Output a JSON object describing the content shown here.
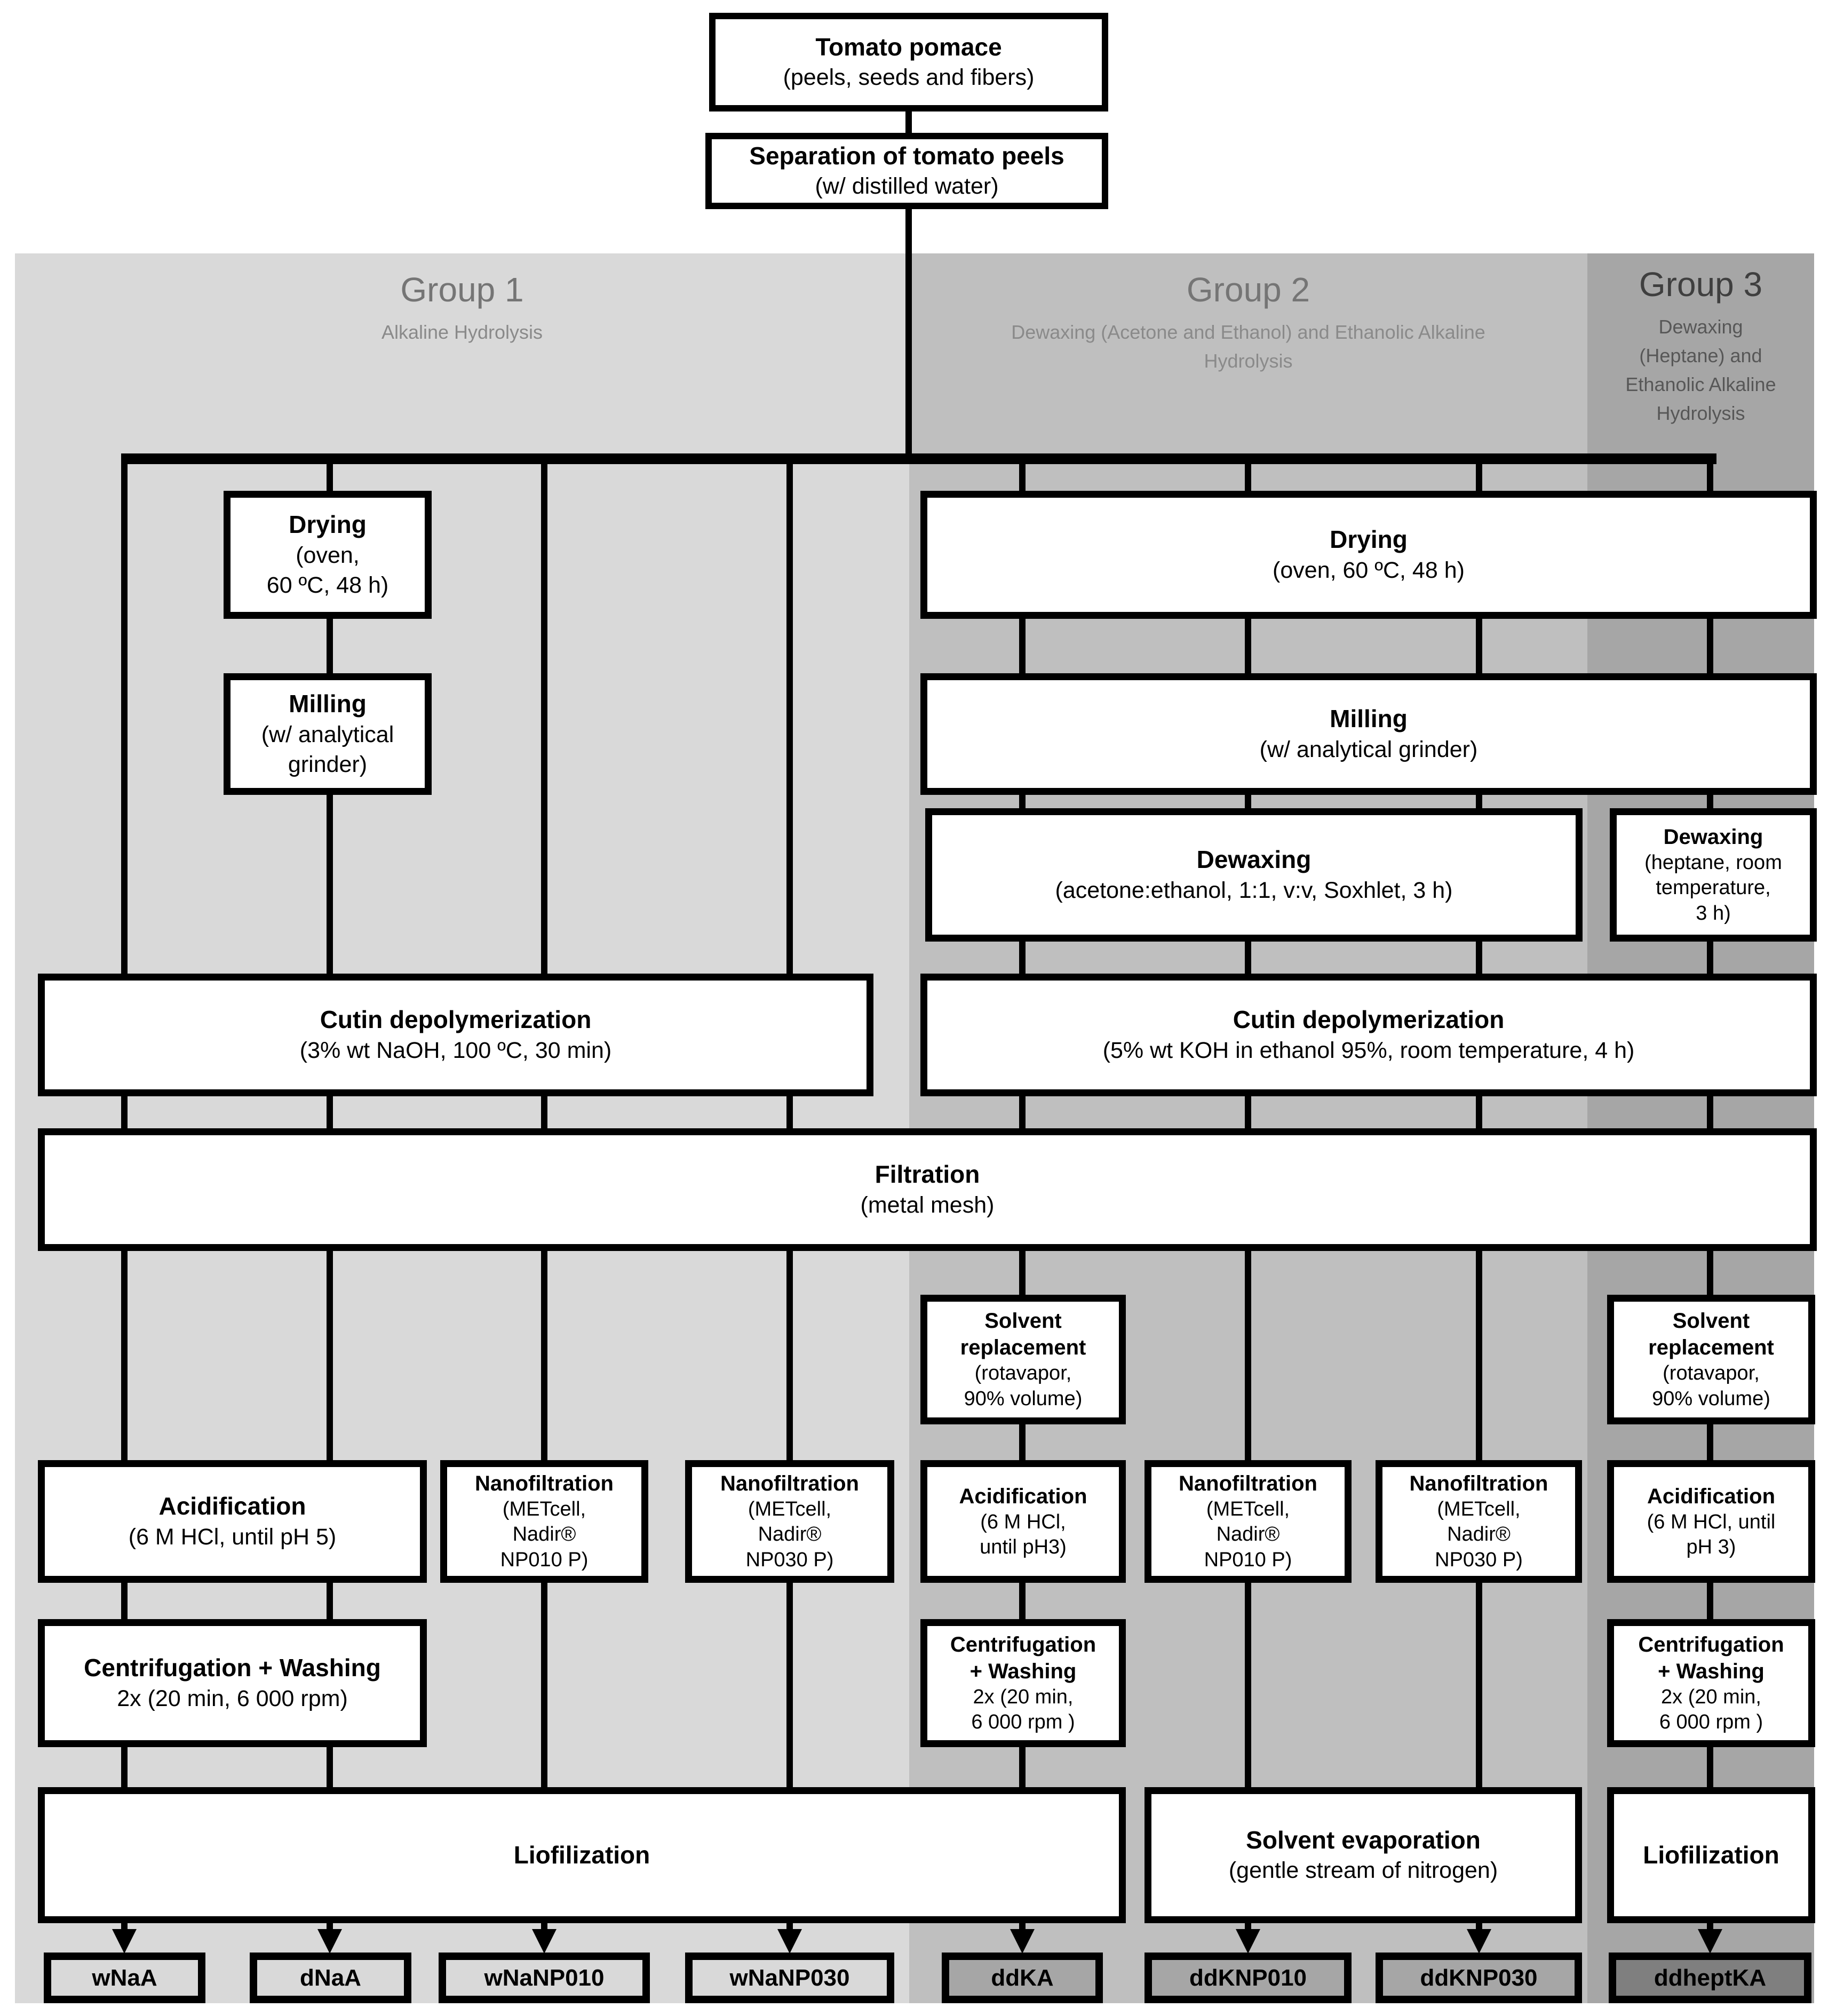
{
  "figure": {
    "source": {
      "title": "Tomato pomace",
      "sub": "(peels, seeds and fibers)"
    },
    "separation": {
      "title": "Separation of tomato peels",
      "sub": "(w/ distilled water)"
    }
  },
  "groups": [
    {
      "title": "Group 1",
      "subtitle": "Alkaline Hydrolysis"
    },
    {
      "title": "Group 2",
      "subtitle": "Dewaxing (Acetone and Ethanol) and Ethanolic Alkaline\nHydrolysis"
    },
    {
      "title": "Group 3",
      "subtitle": "Dewaxing\n(Heptane) and\nEthanolic Alkaline\nHydrolysis"
    }
  ],
  "nodes": {
    "g1_drying": {
      "title": "Drying",
      "sub": "(oven,\n60 ºC, 48 h)"
    },
    "g1_milling": {
      "title": "Milling",
      "sub": "(w/ analytical\ngrinder)"
    },
    "g2_drying": {
      "title": "Drying",
      "sub": "(oven, 60 ºC, 48 h)"
    },
    "g2_milling": {
      "title": "Milling",
      "sub": "(w/ analytical grinder)"
    },
    "g2_dewaxing": {
      "title": "Dewaxing",
      "sub": "(acetone:ethanol, 1:1, v:v, Soxhlet, 3 h)"
    },
    "g3_dewaxing": {
      "title": "Dewaxing",
      "sub": "(heptane, room\ntemperature,\n3 h)"
    },
    "g1_cutin": {
      "title": "Cutin depolymerization",
      "sub": "(3% wt NaOH, 100 ºC, 30 min)"
    },
    "g2_cutin": {
      "title": "Cutin depolymerization",
      "sub": "(5% wt KOH in ethanol 95%, room temperature, 4 h)"
    },
    "filtration": {
      "title": "Filtration",
      "sub": "(metal mesh)"
    },
    "g2_solvent_replacement": {
      "title": "Solvent\nreplacement",
      "sub": "(rotavapor,\n90% volume)"
    },
    "g3_solvent_replacement": {
      "title": "Solvent\nreplacement",
      "sub": "(rotavapor,\n90% volume)"
    },
    "g1_acidification": {
      "title": "Acidification",
      "sub": "(6 M HCl, until pH 5)"
    },
    "g1_nanofiltration_np010": {
      "title": "Nanofiltration",
      "sub": "(METcell,\nNadir®\nNP010 P)"
    },
    "g1_nanofiltration_np030": {
      "title": "Nanofiltration",
      "sub": "(METcell,\nNadir®\nNP030 P)"
    },
    "g2_acidification": {
      "title": "Acidification",
      "sub": "(6 M HCl,\nuntil pH3)"
    },
    "g2_nanofiltration_np010": {
      "title": "Nanofiltration",
      "sub": "(METcell,\nNadir®\nNP010 P)"
    },
    "g2_nanofiltration_np030": {
      "title": "Nanofiltration",
      "sub": "(METcell,\nNadir®\nNP030 P)"
    },
    "g3_acidification": {
      "title": "Acidification",
      "sub": "(6 M HCl, until\npH 3)"
    },
    "g1_centrifugation": {
      "title": "Centrifugation + Washing",
      "sub": "2x (20 min, 6 000 rpm)"
    },
    "g2_centrifugation": {
      "title": "Centrifugation\n+ Washing",
      "sub": "2x (20 min,\n6 000 rpm )"
    },
    "g3_centrifugation": {
      "title": "Centrifugation\n+ Washing",
      "sub": "2x (20 min,\n6 000 rpm )"
    },
    "liofilization": {
      "title": "Liofilization",
      "sub": ""
    },
    "solvent_evaporation": {
      "title": "Solvent evaporation",
      "sub": "(gentle stream of nitrogen)"
    },
    "g3_liofilization": {
      "title": "Liofilization",
      "sub": ""
    }
  },
  "outputs": [
    "wNaA",
    "dNaA",
    "wNaNP010",
    "wNaNP030",
    "ddKA",
    "ddKNP010",
    "ddKNP030",
    "ddheptKA"
  ],
  "colors": {
    "group1_bg": "#d9d9d9",
    "group2_bg": "#bfbfbf",
    "group3_bg": "#a6a6a6",
    "box_fill": "#ffffff",
    "line": "#000000",
    "group12_header_text": "#757575",
    "group3_header_text": "#3f3f3f",
    "output_fill_group1": "#d9d9d9",
    "output_fill_group2": "#a6a6a6",
    "output_fill_group3": "#7f7f7f"
  }
}
